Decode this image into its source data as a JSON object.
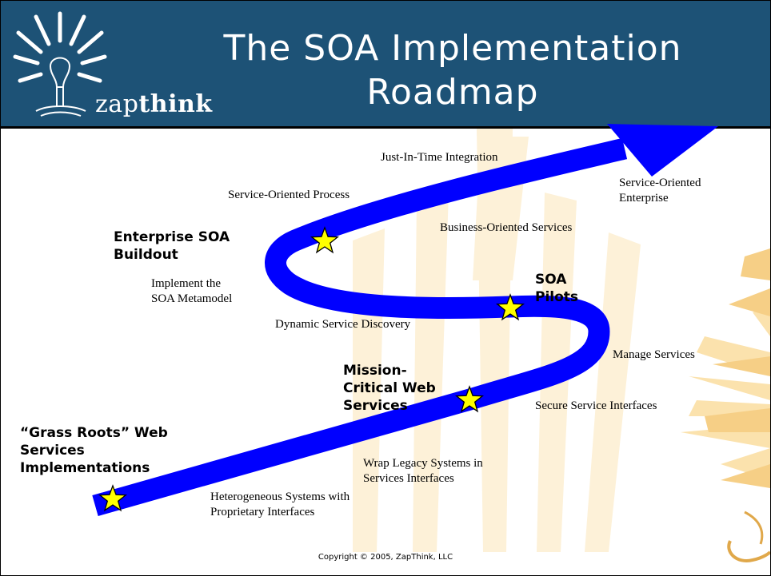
{
  "header": {
    "title_lines": [
      "The SOA Implementation",
      "Roadmap"
    ],
    "logo": {
      "prefix": "zap",
      "suffix": "think",
      "icon": "lightbulb-sunburst-icon"
    },
    "background_color": "#1d5276"
  },
  "stages": [
    {
      "lines": [
        "“Grass Roots” Web",
        "Services",
        "Implementations"
      ]
    },
    {
      "lines": [
        "Mission-",
        "Critical Web",
        "Services"
      ]
    },
    {
      "lines": [
        "SOA",
        "Pilots"
      ]
    },
    {
      "lines": [
        "Enterprise SOA",
        "Buildout"
      ]
    }
  ],
  "labels": {
    "heterogeneous": [
      "Heterogeneous Systems with",
      "Proprietary Interfaces"
    ],
    "wrap_legacy": [
      "Wrap Legacy Systems in",
      "Services Interfaces"
    ],
    "secure": [
      "Secure Service Interfaces"
    ],
    "manage": [
      "Manage Services"
    ],
    "dynamic_discovery": [
      "Dynamic Service Discovery"
    ],
    "implement_metamodel": [
      "Implement the",
      "SOA Metamodel"
    ],
    "business_oriented": [
      "Business-Oriented Services"
    ],
    "service_oriented_process": [
      "Service-Oriented Process"
    ],
    "jit_integration": [
      "Just-In-Time Integration"
    ],
    "soe": [
      "Service-Oriented",
      "Enterprise"
    ]
  },
  "footer": {
    "copyright": "Copyright © 2005, ZapThink, LLC"
  },
  "colors": {
    "path": "#0000ff",
    "star_fill": "#ffff00",
    "sun_glow": "#fbe8c2"
  }
}
